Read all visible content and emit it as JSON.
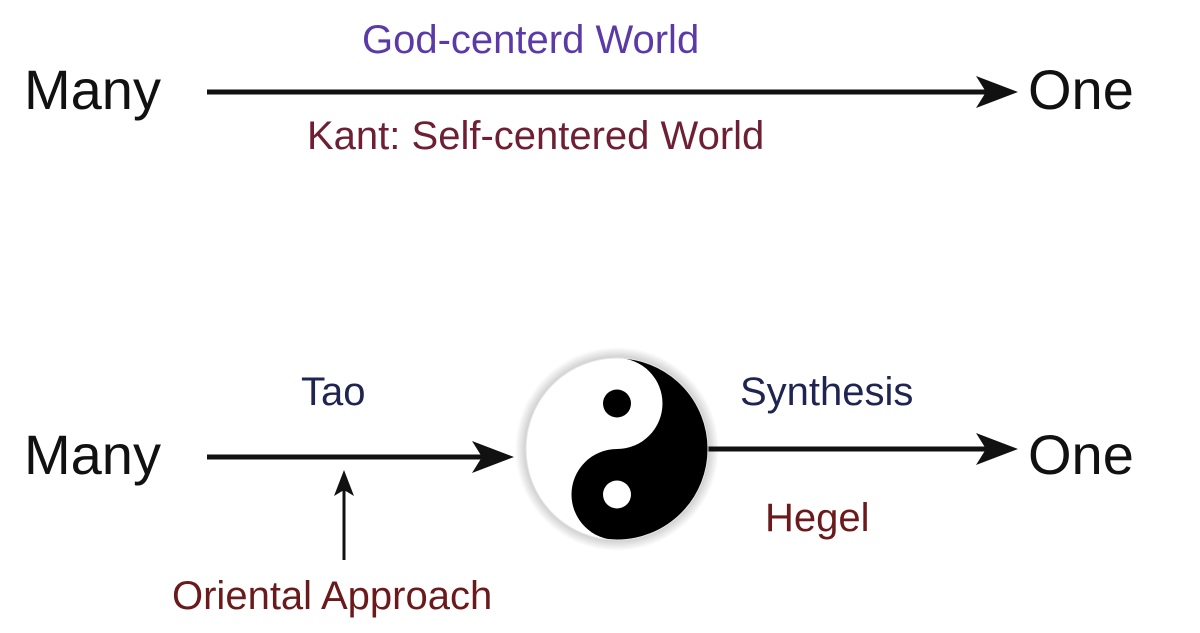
{
  "row1": {
    "left_label": "Many",
    "right_label": "One",
    "above_label": "God-centerd World",
    "below_label": "Kant: Self-centered World"
  },
  "row2": {
    "left_label": "Many",
    "right_label": "One",
    "tao_label": "Tao",
    "synthesis_label": "Synthesis",
    "hegel_label": "Hegel",
    "oriental_label": "Oriental Approach"
  },
  "colors": {
    "arrow": "#111111",
    "god_world": "#5b3aa8",
    "kant": "#6e1f33",
    "tao": "#1f2550",
    "synthesis": "#1f2550",
    "hegel": "#6b1a1c",
    "oriental": "#6b1a1c"
  },
  "icons": [
    "yin-yang-icon",
    "arrow-icon"
  ]
}
